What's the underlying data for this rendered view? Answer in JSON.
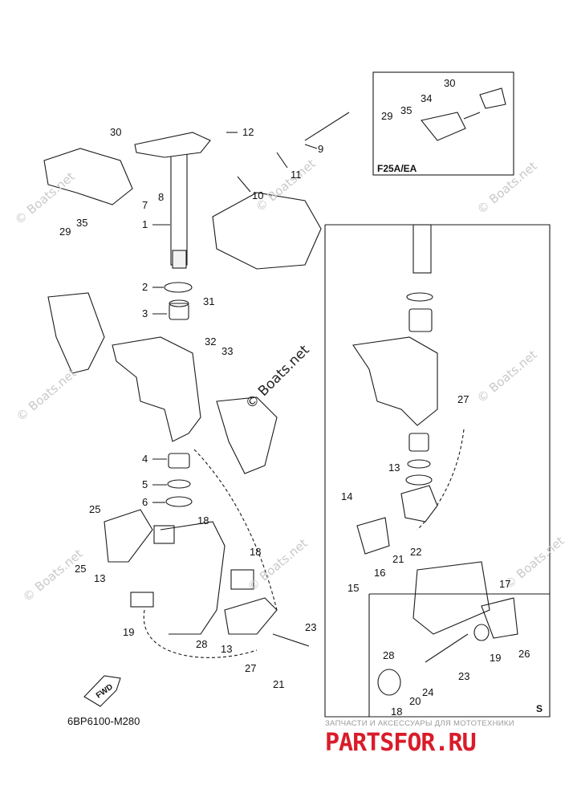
{
  "diagram_code": "6BP6100-M280",
  "inset_label": "F25A/EA",
  "section_label": "S",
  "fwd_label": "FWD",
  "watermarks": [
    "© Boats.net",
    "© Boats.net",
    "© Boats.net",
    "© Boats.net",
    "© Boats.net",
    "© Boats.net",
    "© Boats.net",
    "© Boats.net",
    "© Boats.net"
  ],
  "brand": {
    "subtitle": "ЗАПЧАСТИ И АКСЕССУАРЫ ДЛЯ МОТОТЕХНИКИ",
    "logo": "PARTSFOR.RU",
    "color": "#d91c2a"
  },
  "callouts": {
    "c1": "1",
    "c2": "2",
    "c3": "3",
    "c4": "4",
    "c5": "5",
    "c6": "6",
    "c7": "7",
    "c8": "8",
    "c9": "9",
    "c10": "10",
    "c11": "11",
    "c12": "12",
    "c13a": "13",
    "c13b": "13",
    "c13c": "13",
    "c14": "14",
    "c15": "15",
    "c16": "16",
    "c17": "17",
    "c18a": "18",
    "c18b": "18",
    "c18c": "18",
    "c19a": "19",
    "c19b": "19",
    "c20": "20",
    "c21a": "21",
    "c21b": "21",
    "c22": "22",
    "c23a": "23",
    "c23b": "23",
    "c24": "24",
    "c25a": "25",
    "c25b": "25",
    "c26": "26",
    "c27a": "27",
    "c27b": "27",
    "c28a": "28",
    "c28b": "28",
    "c29a": "29",
    "c29b": "29",
    "c30a": "30",
    "c30b": "30",
    "c31": "31",
    "c32": "32",
    "c33": "33",
    "c34": "34",
    "c35a": "35",
    "c35b": "35"
  }
}
